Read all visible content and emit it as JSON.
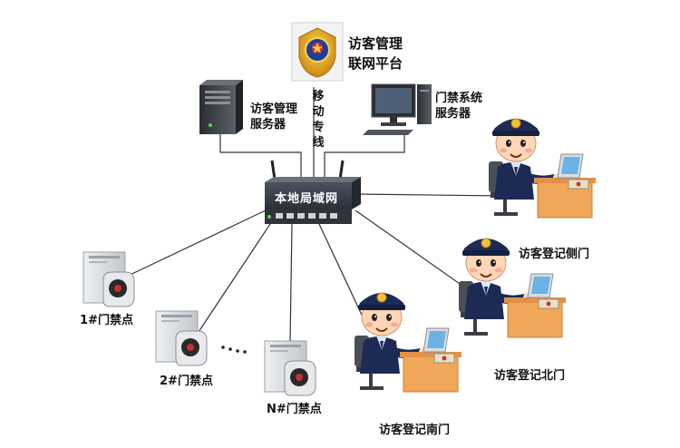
{
  "platform": {
    "line1": "访客管理",
    "line2": "联网平台"
  },
  "leased_line": "移动专线",
  "visitor_server": "访客管理服务器",
  "access_server": "门禁系统服务器",
  "lan": "本地局域网",
  "gates": [
    "1#门禁点",
    "2#门禁点",
    "N#门禁点"
  ],
  "desks": [
    "访客登记侧门",
    "访客登记北门",
    "访客登记南门"
  ],
  "colors": {
    "line": "#333333",
    "router": "#3c4350",
    "uniform": "#1e2a56",
    "desk": "#f0a858",
    "gate_box": "#d9dcdf"
  }
}
